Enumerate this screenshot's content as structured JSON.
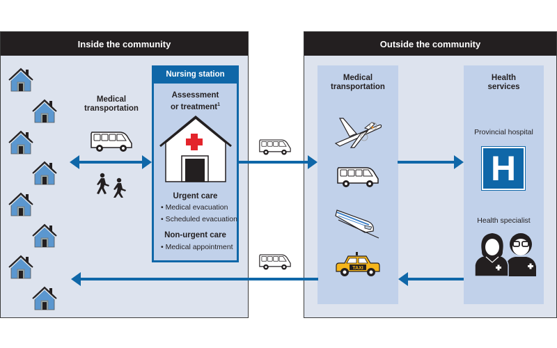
{
  "inside": {
    "header": "Inside the community",
    "transport_label_line1": "Medical",
    "transport_label_line2": "transportation",
    "houses_count": 8,
    "nursing_station": {
      "title": "Nursing station",
      "assessment_line1": "Assessment",
      "assessment_line2": "or treatment",
      "footnote": "1",
      "urgent_heading": "Urgent care",
      "urgent_items": [
        "• Medical evacuation",
        "• Scheduled evacuation"
      ],
      "nonurgent_heading": "Non-urgent care",
      "nonurgent_items": [
        "• Medical appointment"
      ]
    }
  },
  "outside": {
    "header": "Outside the community",
    "transport": {
      "title_line1": "Medical",
      "title_line2": "transportation",
      "modes": [
        "airplane",
        "van",
        "train",
        "taxi"
      ],
      "taxi_text": "TAXI"
    },
    "health": {
      "title_line1": "Health",
      "title_line2": "services",
      "hospital_label": "Provincial hospital",
      "hospital_sign": "H",
      "specialist_label": "Health specialist"
    }
  },
  "colors": {
    "arrow": "#0f67a8",
    "panel_bg": "#dde3ee",
    "inner_bg": "#c1d1ea",
    "header_bg": "#231f20",
    "house_fill": "#5b97cf",
    "cross": "#e3242b",
    "taxi": "#f5b51b"
  }
}
